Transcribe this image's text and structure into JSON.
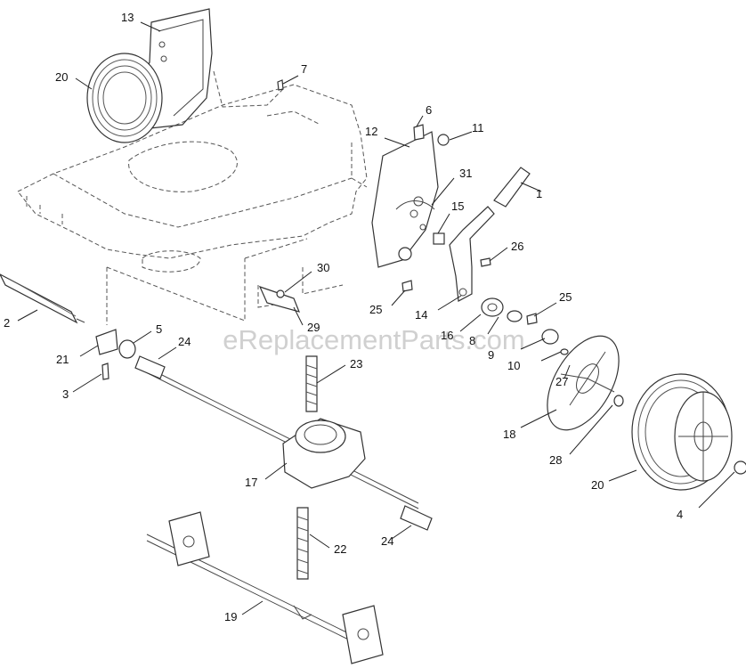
{
  "watermark": "eReplacementParts.com",
  "labels": {
    "l1": "1",
    "l2": "2",
    "l3": "3",
    "l4": "4",
    "l5": "5",
    "l6": "6",
    "l7": "7",
    "l8": "8",
    "l9": "9",
    "l10": "10",
    "l11": "11",
    "l12": "12",
    "l13": "13",
    "l14": "14",
    "l15": "15",
    "l16": "16",
    "l17": "17",
    "l18": "18",
    "l19": "19",
    "l20a": "20",
    "l20b": "20",
    "l21": "21",
    "l22": "22",
    "l23": "23",
    "l24a": "24",
    "l24b": "24",
    "l25a": "25",
    "l25b": "25",
    "l26": "26",
    "l27": "27",
    "l28": "28",
    "l29": "29",
    "l30": "30",
    "l31": "31"
  }
}
